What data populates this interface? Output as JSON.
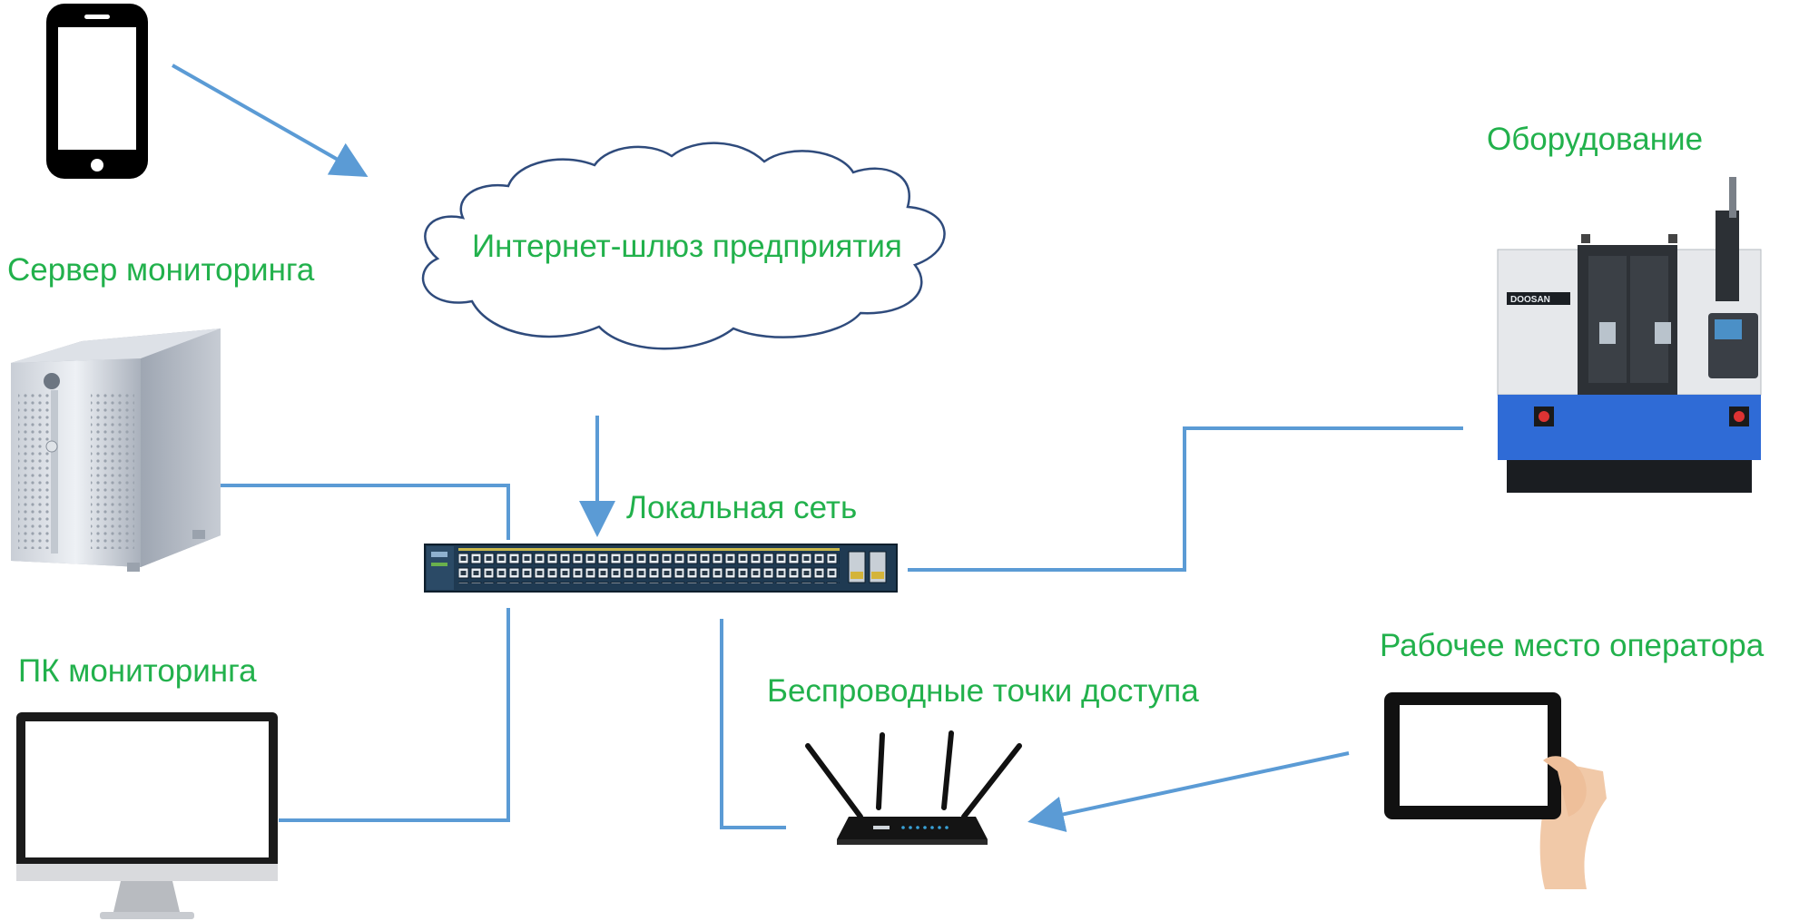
{
  "labels": {
    "internet_gateway": "Интернет-шлюз предприятия",
    "monitoring_server": "Сервер мониторинга",
    "monitoring_pc": "ПК мониторинга",
    "local_network": "Локальная сеть",
    "wireless_access_points": "Беспроводные точки доступа",
    "equipment": "Оборудование",
    "operator_workstation": "Рабочее место оператора"
  },
  "device_text": {
    "machine_brand": "DOOSAN"
  },
  "colors": {
    "label_text": "#22b14c",
    "connector": "#5b9bd5",
    "cloud_stroke": "#2f4b7c",
    "switch_body": "#1f3a52",
    "machine_blue": "#2f6bd6"
  },
  "icons": [
    "smartphone-icon",
    "server-tower-icon",
    "monitor-icon",
    "network-switch-icon",
    "wireless-router-icon",
    "cnc-machine-icon",
    "tablet-in-hand-icon",
    "cloud-icon"
  ]
}
